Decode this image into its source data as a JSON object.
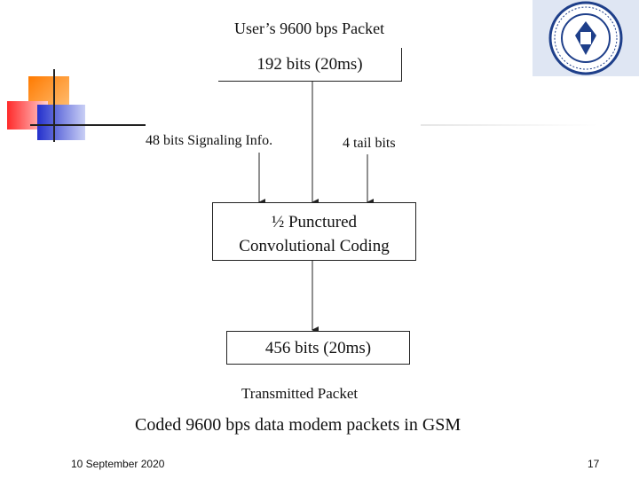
{
  "slide": {
    "caption": "Coded 9600 bps data modem packets in GSM",
    "footer_date": "10 September 2020",
    "page_number": "17"
  },
  "diagram": {
    "top_label": "User’s  9600 bps Packet",
    "packet_box": "192 bits (20ms)",
    "signaling_label": "48 bits Signaling Info.",
    "tail_label": "4 tail bits",
    "coder_line1": "½ Punctured",
    "coder_line2": "Convolutional Coding",
    "output_box": "456 bits (20ms)",
    "output_label": "Transmitted Packet"
  },
  "logo": {
    "name": "university-seal",
    "colors": {
      "ring": "#1e3f8a",
      "field": "#dfe6f3"
    }
  },
  "decor": {
    "orange": "#ff8a00",
    "red": "#ff3b3b",
    "blue": "#2a3bd6",
    "line": "#333333"
  }
}
